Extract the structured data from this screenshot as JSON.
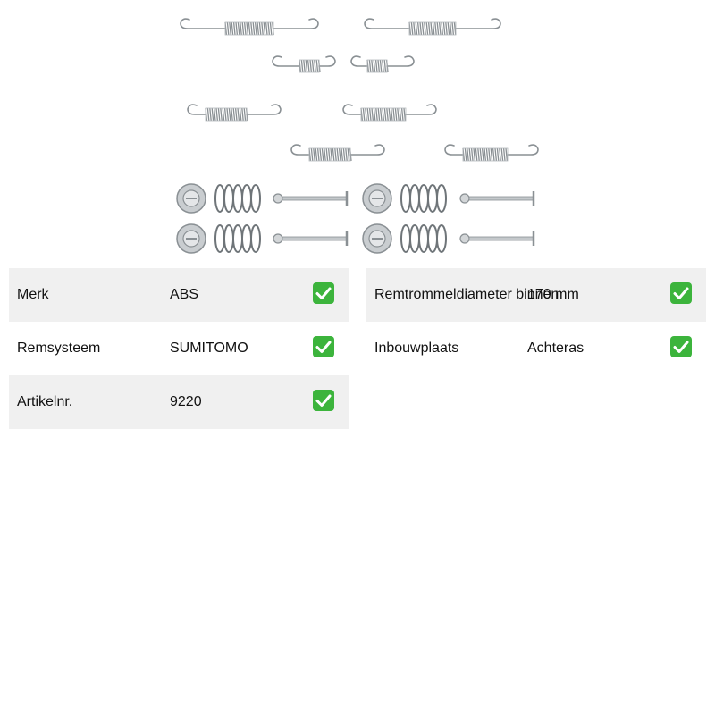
{
  "product": {
    "image_icon": "brake-spring-kit-photo"
  },
  "specs_left": [
    {
      "label": "Merk",
      "value": "ABS",
      "icon": "check-icon",
      "shaded": true
    },
    {
      "label": "Remsysteem",
      "value": "SUMITOMO",
      "icon": "check-icon",
      "shaded": false
    },
    {
      "label": "Artikelnr.",
      "value": "9220",
      "icon": "check-icon",
      "shaded": true
    }
  ],
  "specs_right": [
    {
      "label": "Remtrommeldiameter binnen",
      "value": "170 mm",
      "icon": "check-icon",
      "shaded": true
    },
    {
      "label": "Inbouwplaats",
      "value": "Achteras",
      "icon": "check-icon",
      "shaded": false
    }
  ],
  "colors": {
    "row_shade": "#f0f0f0",
    "check_green": "#3cb43c",
    "metal": "#8a9094"
  }
}
